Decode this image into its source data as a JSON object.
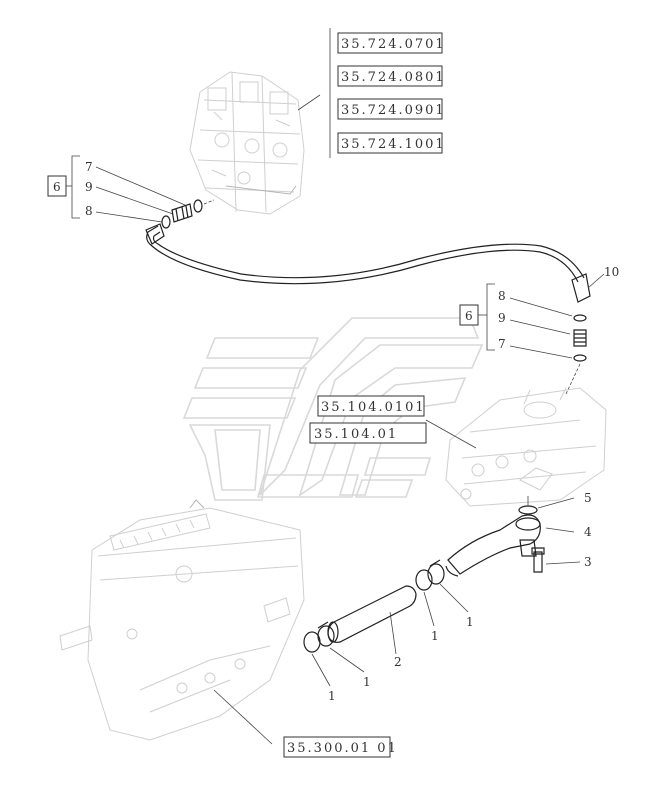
{
  "diagram": {
    "references": {
      "top": [
        "35.724.0701",
        "35.724.0801",
        "35.724.0901",
        "35.724.1001"
      ],
      "middle": [
        "35.104.0101",
        "35.104.01"
      ],
      "bottom": "35.300.01 01"
    },
    "group_labels": {
      "upper_left": "6",
      "right": "6"
    },
    "callouts": {
      "left_7": "7",
      "left_9": "9",
      "left_8": "8",
      "hose_10": "10",
      "right_8": "8",
      "right_9": "9",
      "right_7": "7",
      "oring_5": "5",
      "elbow_4": "4",
      "bolt_3": "3",
      "clamp_1a": "1",
      "clamp_1b": "1",
      "clamp_1c": "1",
      "clamp_1d": "1",
      "tube_2": "2"
    }
  }
}
